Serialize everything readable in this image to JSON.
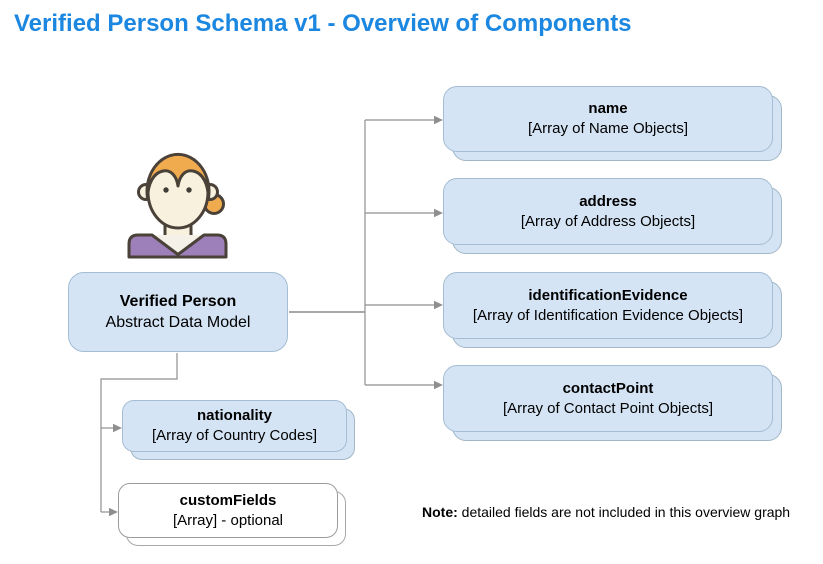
{
  "title": "Verified Person Schema v1 - Overview of Components",
  "colors": {
    "title_blue": "#1b87e0",
    "box_fill": "#d4e4f4",
    "box_border": "#a5bdd4",
    "white_box_border": "#9b9b9b",
    "connector_gray": "#8f8f8f",
    "avatar_hair": "#f0ab4f",
    "avatar_skin": "#f8f1de",
    "avatar_shirt": "#9d7fb9",
    "avatar_outline": "#4a4139"
  },
  "root": {
    "title": "Verified Person",
    "subtitle": "Abstract Data Model"
  },
  "components": [
    {
      "title": "name",
      "subtitle": "[Array of Name Objects]"
    },
    {
      "title": "address",
      "subtitle": "[Array of Address Objects]"
    },
    {
      "title": "identificationEvidence",
      "subtitle": "[Array of Identification Evidence Objects]"
    },
    {
      "title": "contactPoint",
      "subtitle": "[Array of Contact Point Objects]"
    }
  ],
  "sub_components": [
    {
      "title": "nationality",
      "subtitle": "[Array of Country Codes]"
    },
    {
      "title": "customFields",
      "subtitle": "[Array] - optional"
    }
  ],
  "note": {
    "label": "Note:",
    "text": "detailed fields are not included in this overview graph"
  },
  "avatar": {
    "name": "woman-avatar"
  }
}
